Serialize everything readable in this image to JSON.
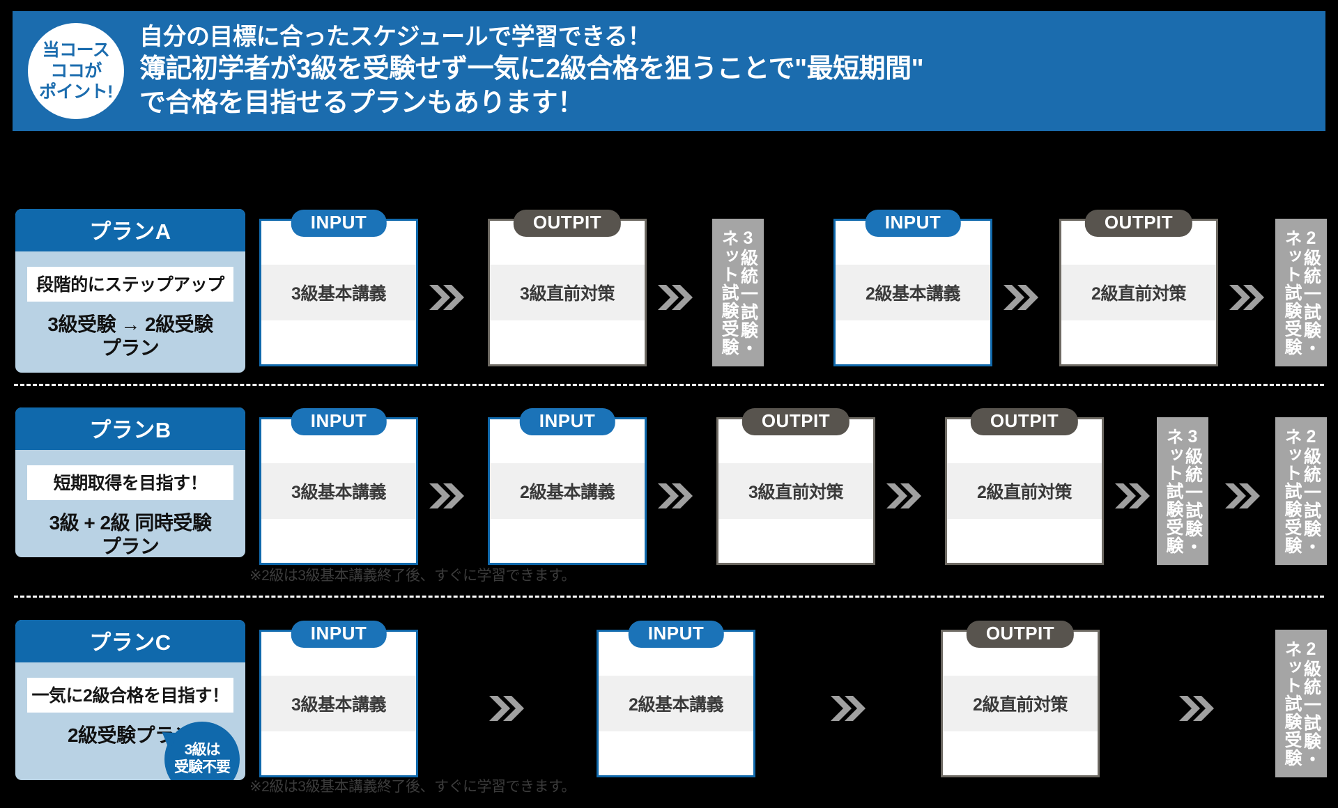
{
  "banner": {
    "badge_lines": [
      "当コース",
      "ココが",
      "ポイント!"
    ],
    "line1": "自分の目標に合ったスケジュールで学習できる！",
    "line2": "簿記初学者が3級を受験せず一気に2級合格を狙うことで\"最短期間\"",
    "line3": "で合格を目指せるプランもあります！",
    "accent_color": "#1B6CAE"
  },
  "labels": {
    "input": "INPUT",
    "output": "OUTPIT",
    "exam3": "3級統一試験・ネット試験受験",
    "exam2": "2級統一試験・ネット試験受験",
    "footnote": "※2級は3級基本講義終了後、すぐに学習できます。",
    "bubble_line1": "3級は",
    "bubble_line2": "受験不要"
  },
  "plans": [
    {
      "id": "A",
      "title": "プランA",
      "tag": "段階的にステップアップ",
      "subtitle_line1": "3級受験 → 2級受験",
      "subtitle_line2": "プラン",
      "steps": [
        {
          "kind": "input",
          "pill": "INPUT",
          "text": "3級基本講義"
        },
        {
          "kind": "output",
          "pill": "OUTPIT",
          "text": "3級直前対策"
        },
        {
          "kind": "exam",
          "text": "3級統一試験・ネット試験受験"
        },
        {
          "kind": "input",
          "pill": "INPUT",
          "text": "2級基本講義"
        },
        {
          "kind": "output",
          "pill": "OUTPIT",
          "text": "2級直前対策"
        },
        {
          "kind": "exam",
          "text": "2級統一試験・ネット試験受験"
        }
      ]
    },
    {
      "id": "B",
      "title": "プランB",
      "tag": "短期取得を目指す！",
      "subtitle_line1": "3級 + 2級 同時受験",
      "subtitle_line2": "プラン",
      "steps": [
        {
          "kind": "input",
          "pill": "INPUT",
          "text": "3級基本講義"
        },
        {
          "kind": "input",
          "pill": "INPUT",
          "text": "2級基本講義"
        },
        {
          "kind": "output",
          "pill": "OUTPIT",
          "text": "3級直前対策"
        },
        {
          "kind": "output",
          "pill": "OUTPIT",
          "text": "2級直前対策"
        },
        {
          "kind": "exam",
          "text": "3級統一試験・ネット試験受験"
        },
        {
          "kind": "exam",
          "text": "2級統一試験・ネット試験受験"
        }
      ]
    },
    {
      "id": "C",
      "title": "プランC",
      "tag": "一気に2級合格を目指す！",
      "subtitle_line1": "2級受験プラン",
      "subtitle_line2": "",
      "badge_line1": "3級は",
      "badge_line2": "受験不要",
      "steps": [
        {
          "kind": "input",
          "pill": "INPUT",
          "text": "3級基本講義"
        },
        {
          "kind": "input",
          "pill": "INPUT",
          "text": "2級基本講義"
        },
        {
          "kind": "output",
          "pill": "OUTPIT",
          "text": "2級直前対策"
        },
        {
          "kind": "exam",
          "text": "2級統一試験・ネット試験受験"
        }
      ]
    }
  ],
  "colors": {
    "background": "#000000",
    "blue_dark": "#1069AC",
    "blue_mid": "#1B73B8",
    "blue_pale": "#B9D2E4",
    "gray_pill": "#58544E",
    "gray_bar": "#A5A5A5",
    "box_fill": "#F0F0F0"
  }
}
